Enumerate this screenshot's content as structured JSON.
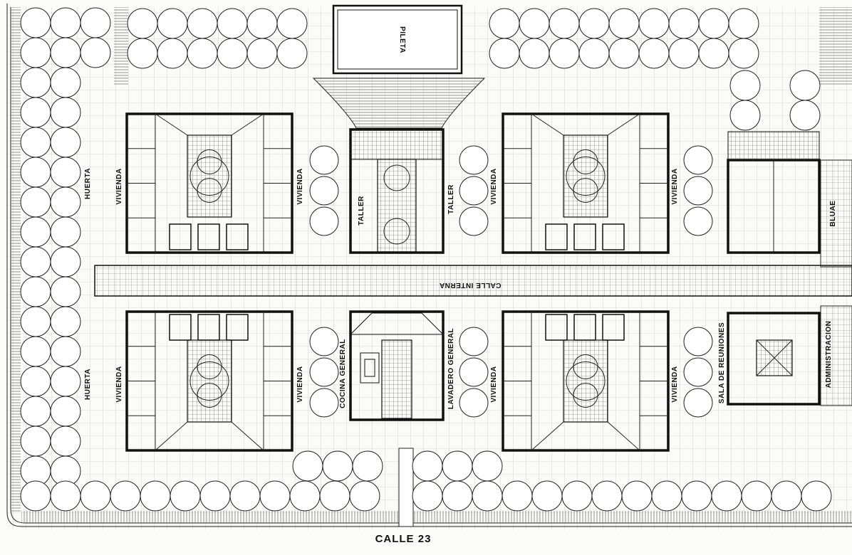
{
  "labels": {
    "huerta": "HUERTA",
    "vivienda": "VIVIENDA",
    "taller": "TALLER",
    "pileta": "PILETA",
    "calle_interna": "CALLE INTERNA",
    "cocina_general": "COCINA GENERAL",
    "lavadero_general": "LAVADERO GENERAL",
    "sala_de_reuniones": "SALA DE REUNIONES",
    "administracion": "ADMINISTRACION",
    "calle_23": "CALLE 23",
    "small_block": "BLUAE"
  }
}
